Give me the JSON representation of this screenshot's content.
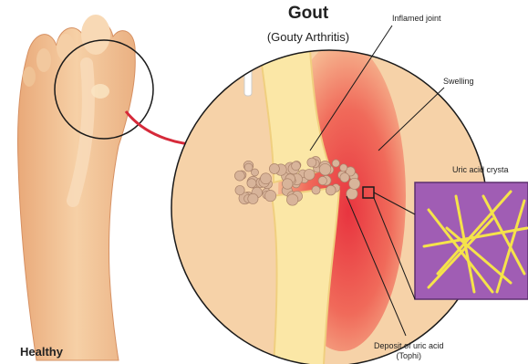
{
  "title": "Gout",
  "subtitle": "(Gouty Arthritis)",
  "labels": {
    "inflamed_joint": "Inflamed joint",
    "swelling": "Swelling",
    "uric_acid_crystals": "Uric acid crysta",
    "deposit_line1": "Deposit of uric acid",
    "deposit_line2": "(Tophi)",
    "healthy": "Healthy"
  },
  "colors": {
    "skin": "#f3c9a0",
    "inflamed": "#d9283a",
    "bone": "#fbe7a6",
    "tophi": "#d8b49a",
    "crystal_bg": "#a05db4",
    "crystal": "#f5e34a",
    "arrow": "#d62a3a"
  }
}
